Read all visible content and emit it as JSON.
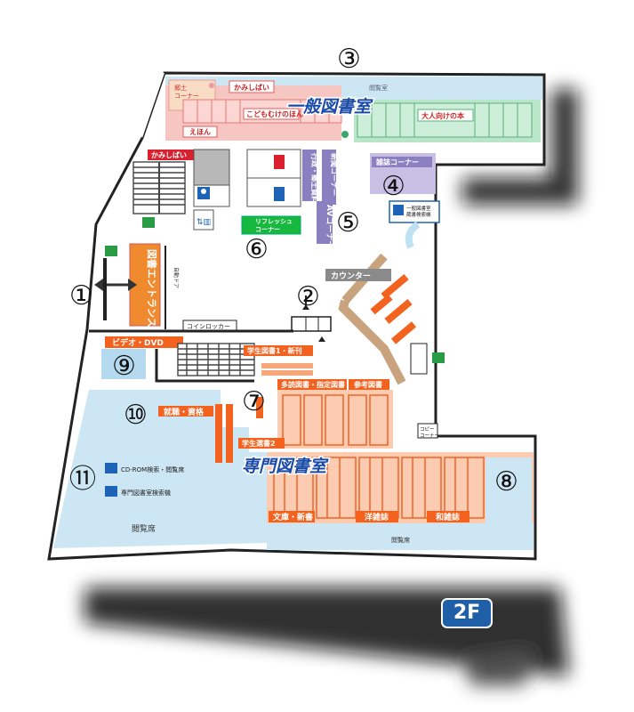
{
  "floor": "2F",
  "sections": {
    "general_library": "一般図書室",
    "specialized_library": "専門図書室"
  },
  "labels": {
    "reading_top": "閲覧室",
    "kyoudo_corner": "郷土\nコーナー",
    "kamishibai_top": "かみしばい",
    "kodomo_books": "こどもむけのほん",
    "ehon": "えほん",
    "kamishibai_left": "かみしばい",
    "adult_books": "大人向けの本",
    "gyosei_docs": "行政・郷土資料",
    "newspaper": "新聞コーナー",
    "av_corner": "AVコーナー",
    "magazine": "雑誌コーナー",
    "search_terminal": "一般図書室\n蔵書検索機",
    "refresh": "リフレッシュ\nコーナー",
    "entrance": "図書エントランス",
    "auto_door": "自動ドア",
    "counter": "カウンター",
    "coin_locker": "コインロッカー",
    "video_dvd": "ビデオ・DVD",
    "student_new": "学生図書1・新刊",
    "multi_books": "多読図書・指定図書",
    "reference": "参考図書",
    "job": "就職・資格",
    "student2": "学生選書2",
    "copy": "コピー\nコーナー",
    "cdrom": "CD-ROM検索・閲覧席",
    "sp_search": "専門図書室検索機",
    "reading_left": "閲覧席",
    "reading_bottom": "閲覧席",
    "bunko": "文庫・新書",
    "western_mag": "洋雑誌",
    "japanese_mag": "和雑誌"
  },
  "markers": [
    "①",
    "②",
    "③",
    "④",
    "⑤",
    "⑥",
    "⑦",
    "⑧",
    "⑨",
    "⑩",
    "⑪"
  ],
  "icons": [
    "emergency-exit-icon",
    "restroom-female-icon",
    "restroom-male-icon",
    "wheelchair-icon",
    "elevator-icon",
    "computer-terminal-icon",
    "entrance-arrow-icon"
  ],
  "colors": {
    "reading_blue": "#cde6f4",
    "children_pink": "#f6c7c2",
    "adult_green": "#b9e6c9",
    "shelf_orange": "#f3621f",
    "purple": "#8a80c0",
    "counter_tan": "#c9a37e",
    "badge_blue": "#1f5fa8",
    "title_blue": "#1a4aa8"
  }
}
